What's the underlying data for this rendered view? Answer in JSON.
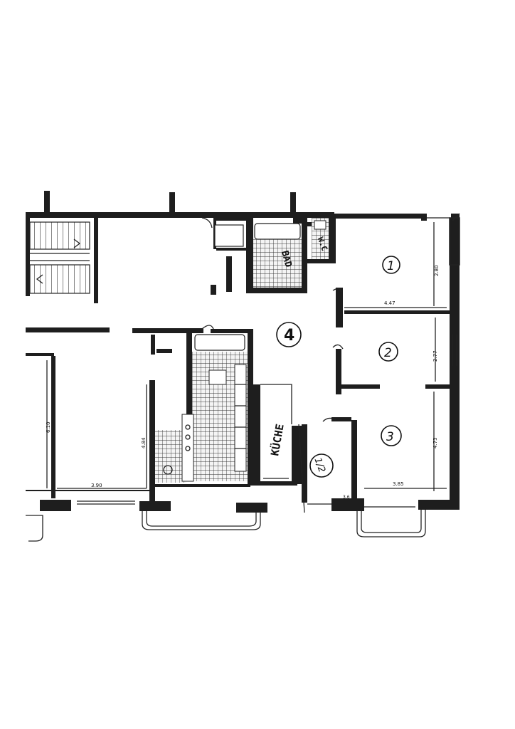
{
  "rooms": {
    "room_1": "1",
    "room_2": "2",
    "room_3": "3",
    "room_4": "4",
    "half_room": "1/2",
    "bath": "BAD",
    "wc": "W.C",
    "kitchen": "KÜCHE"
  },
  "dimensions": {
    "room1_width": "4.47",
    "room1_depth": "2.80",
    "room2_depth": "2.77",
    "room3_depth": "4.73",
    "room3_width": "3.85",
    "living_width": "3.90",
    "living_depth": "6.10",
    "dining_depth": "4.84",
    "small_dim": "3.6"
  }
}
